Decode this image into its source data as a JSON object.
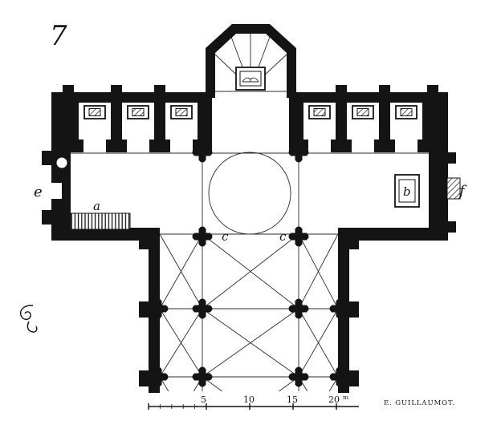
{
  "figure": {
    "plate_number": "7",
    "labels": {
      "west_door": "e",
      "staircase": "a",
      "altar": "b",
      "crossing_pier_left": "c",
      "crossing_pier_right": "c",
      "east_buttress": "f"
    },
    "scale_bar": {
      "ticks": [
        "5",
        "10",
        "15",
        "20"
      ],
      "unit": "m"
    },
    "signature": "E. GUILLAUMOT."
  },
  "colors": {
    "ink": "#141414",
    "paper": "#ffffff",
    "thin_line": "#2b2b2b"
  }
}
